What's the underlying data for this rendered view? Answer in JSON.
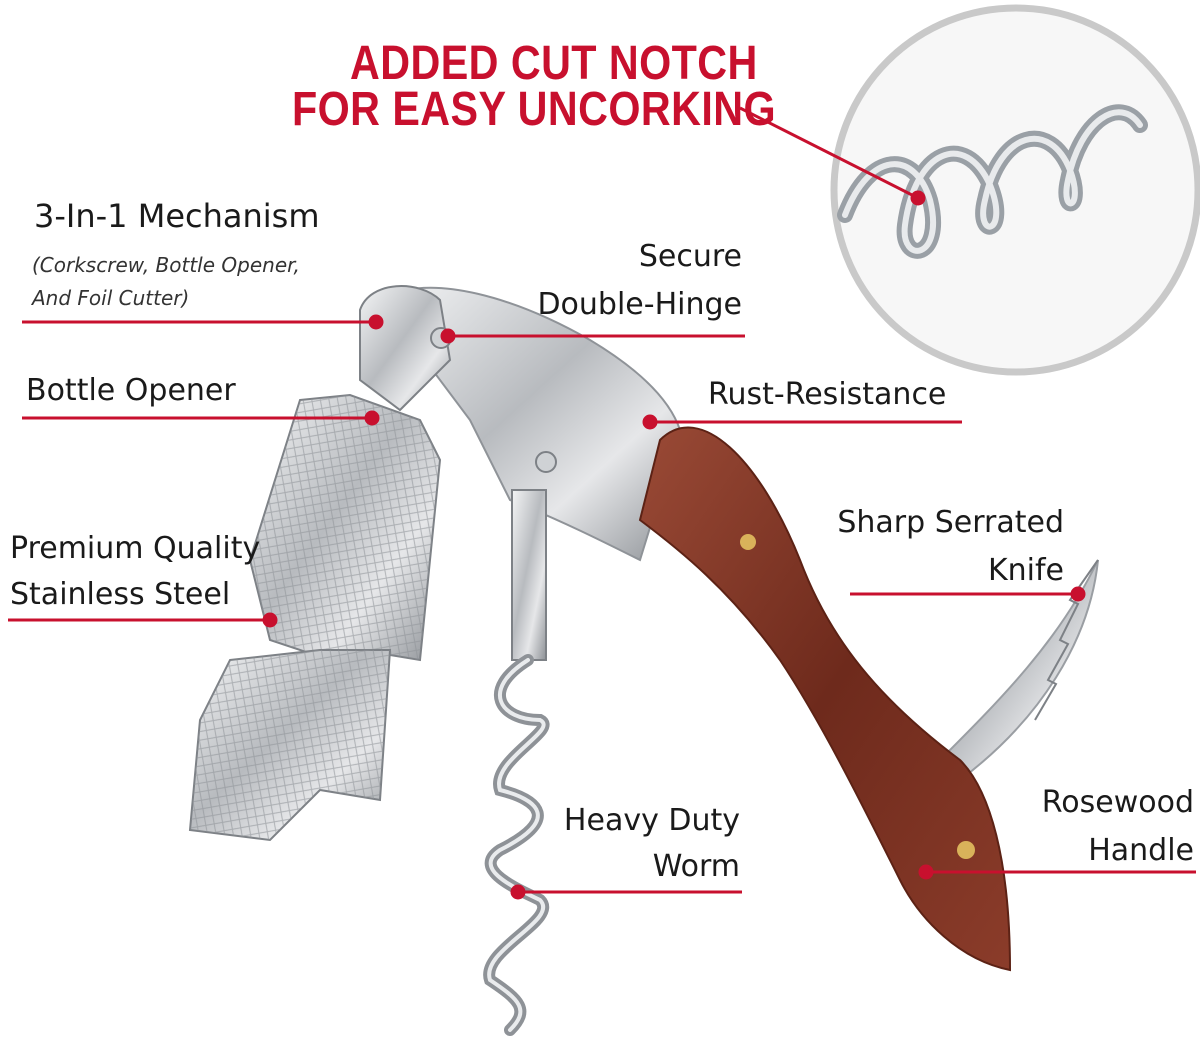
{
  "headline": {
    "line1": "ADDED CUT NOTCH",
    "line2": "FOR EASY UNCORKING"
  },
  "labels": {
    "mechanism_title": "3-In-1 Mechanism",
    "mechanism_sub1": "(Corkscrew, Bottle Opener,",
    "mechanism_sub2": "And Foil Cutter)",
    "secure_line1": "Secure",
    "secure_line2": "Double-Hinge",
    "bottle_opener": "Bottle Opener",
    "rust": "Rust-Resistance",
    "serrated_line1": "Sharp Serrated",
    "serrated_line2": "Knife",
    "premium_line1": "Premium Quality",
    "premium_line2": "Stainless Steel",
    "worm_line1": "Heavy Duty",
    "worm_line2": "Worm",
    "rosewood_line1": "Rosewood",
    "rosewood_line2": "Handle"
  },
  "colors": {
    "accent_red": "#c8102e",
    "steel": "#b9bcc0",
    "rosewood": "#7a2f1f"
  }
}
